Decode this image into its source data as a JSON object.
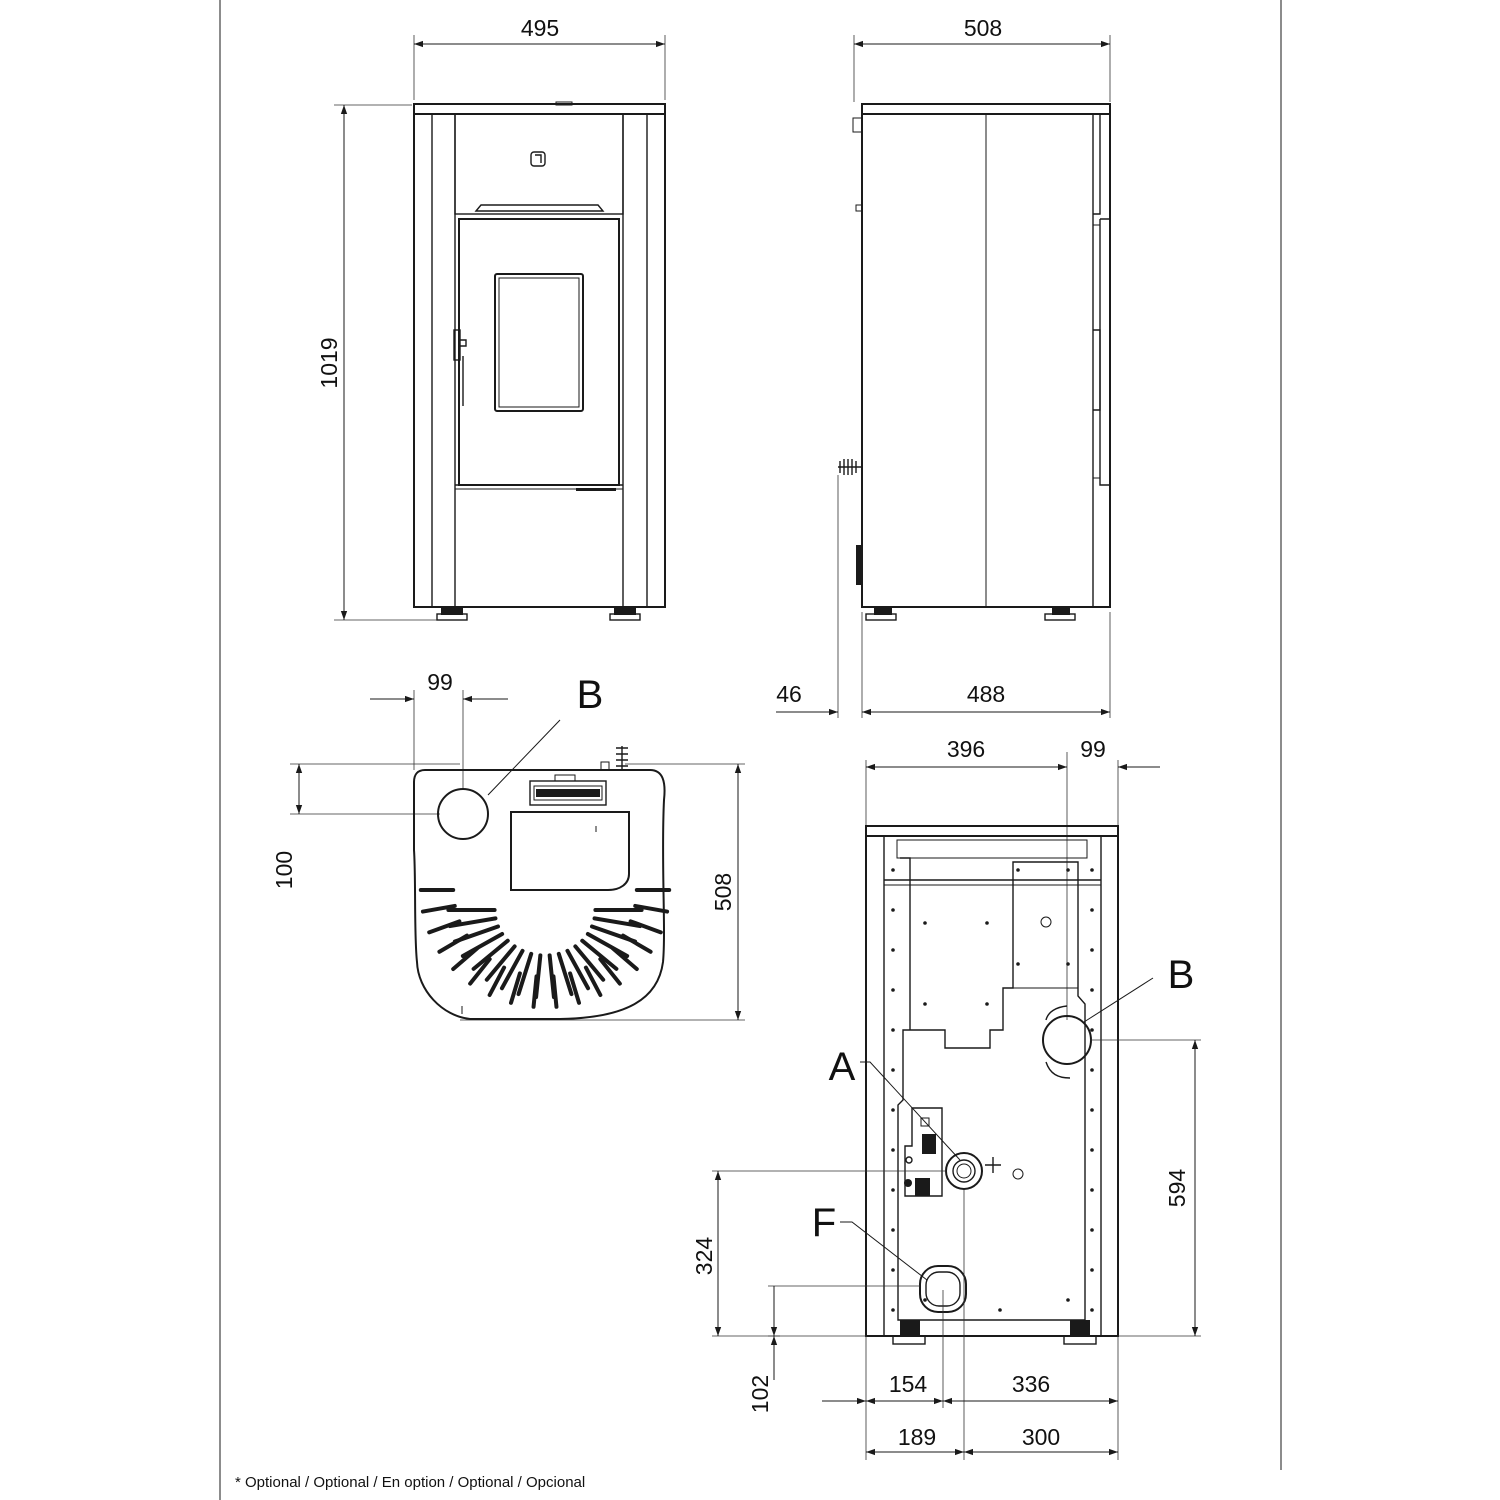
{
  "dimensions": {
    "front_width": "495",
    "front_height": "1019",
    "side_depth": "508",
    "side_offset": "46",
    "side_body_depth": "488",
    "top_flue_offset_x": "99",
    "top_flue_offset_y": "100",
    "top_depth": "508",
    "rear_flue_x": "396",
    "rear_flue_right": "99",
    "rear_flue_height": "594",
    "rear_connection_height": "324",
    "rear_intake_height": "102",
    "rear_intake_x_left": "154",
    "rear_connection_x_right": "336",
    "rear_left_189": "189",
    "rear_right_300": "300"
  },
  "labels": {
    "flue_top": "B",
    "flue_rear": "B",
    "connection_a": "A",
    "air_intake_f": "F"
  },
  "footnote": "* Optional / Optional / En option / Optional / Opcional"
}
